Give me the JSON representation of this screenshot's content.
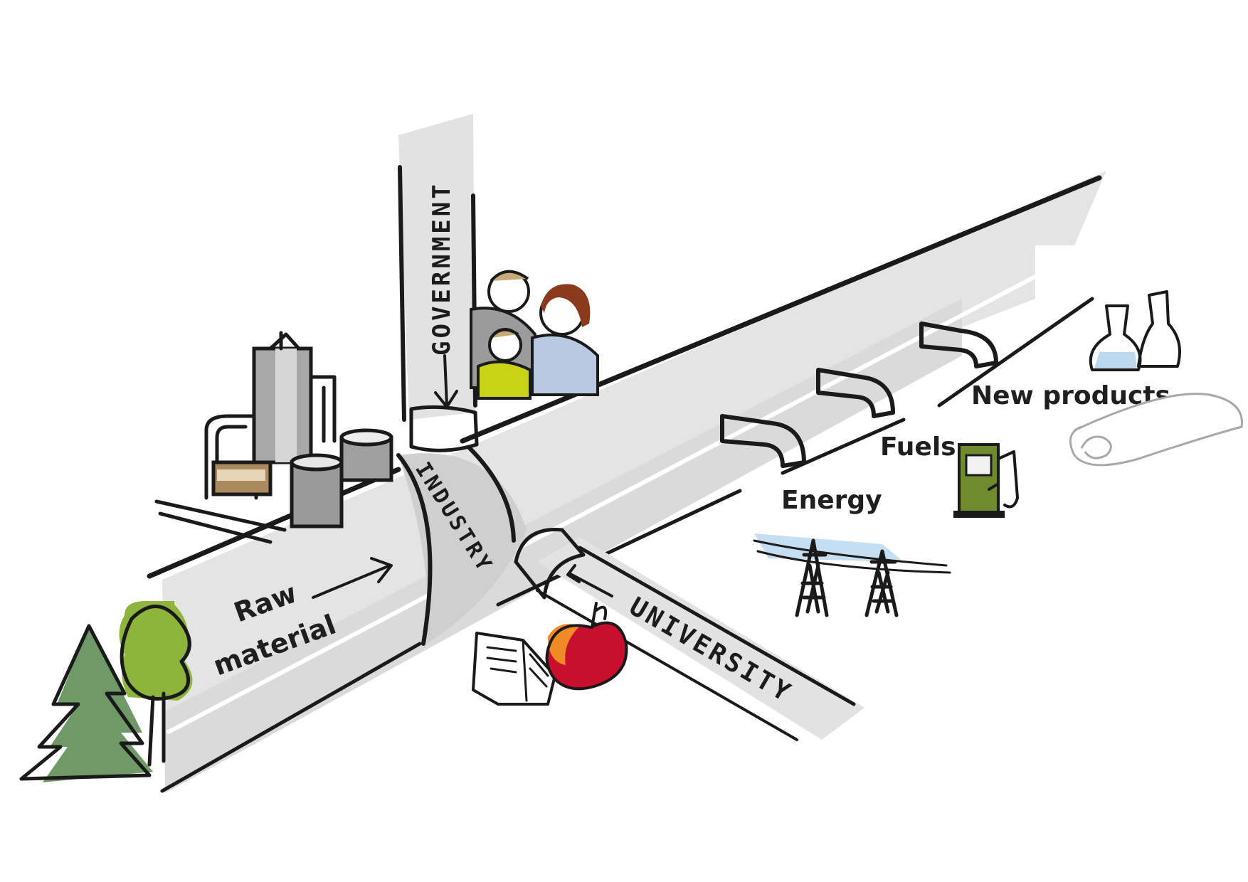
{
  "labels": {
    "government": "GOVERNMENT",
    "industry": "INDUSTRY",
    "university": "UNIVERSITY",
    "raw_material_line1": "Raw",
    "raw_material_line2": "material",
    "energy": "Energy",
    "fuels": "Fuels",
    "new_products": "New products"
  },
  "colors": {
    "pipe_fill": "#e4e4e4",
    "pipe_shade": "#d2d2d2",
    "ink": "#1a1a1a",
    "fir_green": "#6f9a67",
    "leaf_green": "#8db43c",
    "pump_green": "#6f8b2e",
    "apple_red": "#c8102e",
    "child_shirt": "#c8d318",
    "woman_shirt": "#b9c9e2",
    "sky_blue": "#bcd8ef",
    "flask_yellow": "#f1e9b4"
  },
  "icons": [
    "fir-tree-icon",
    "deciduous-tree-icon",
    "factory-icon",
    "family-icon",
    "book-icon",
    "apple-icon",
    "power-pylon-icon",
    "fuel-pump-icon",
    "flask-icon",
    "paper-roll-icon",
    "tap-icon"
  ]
}
